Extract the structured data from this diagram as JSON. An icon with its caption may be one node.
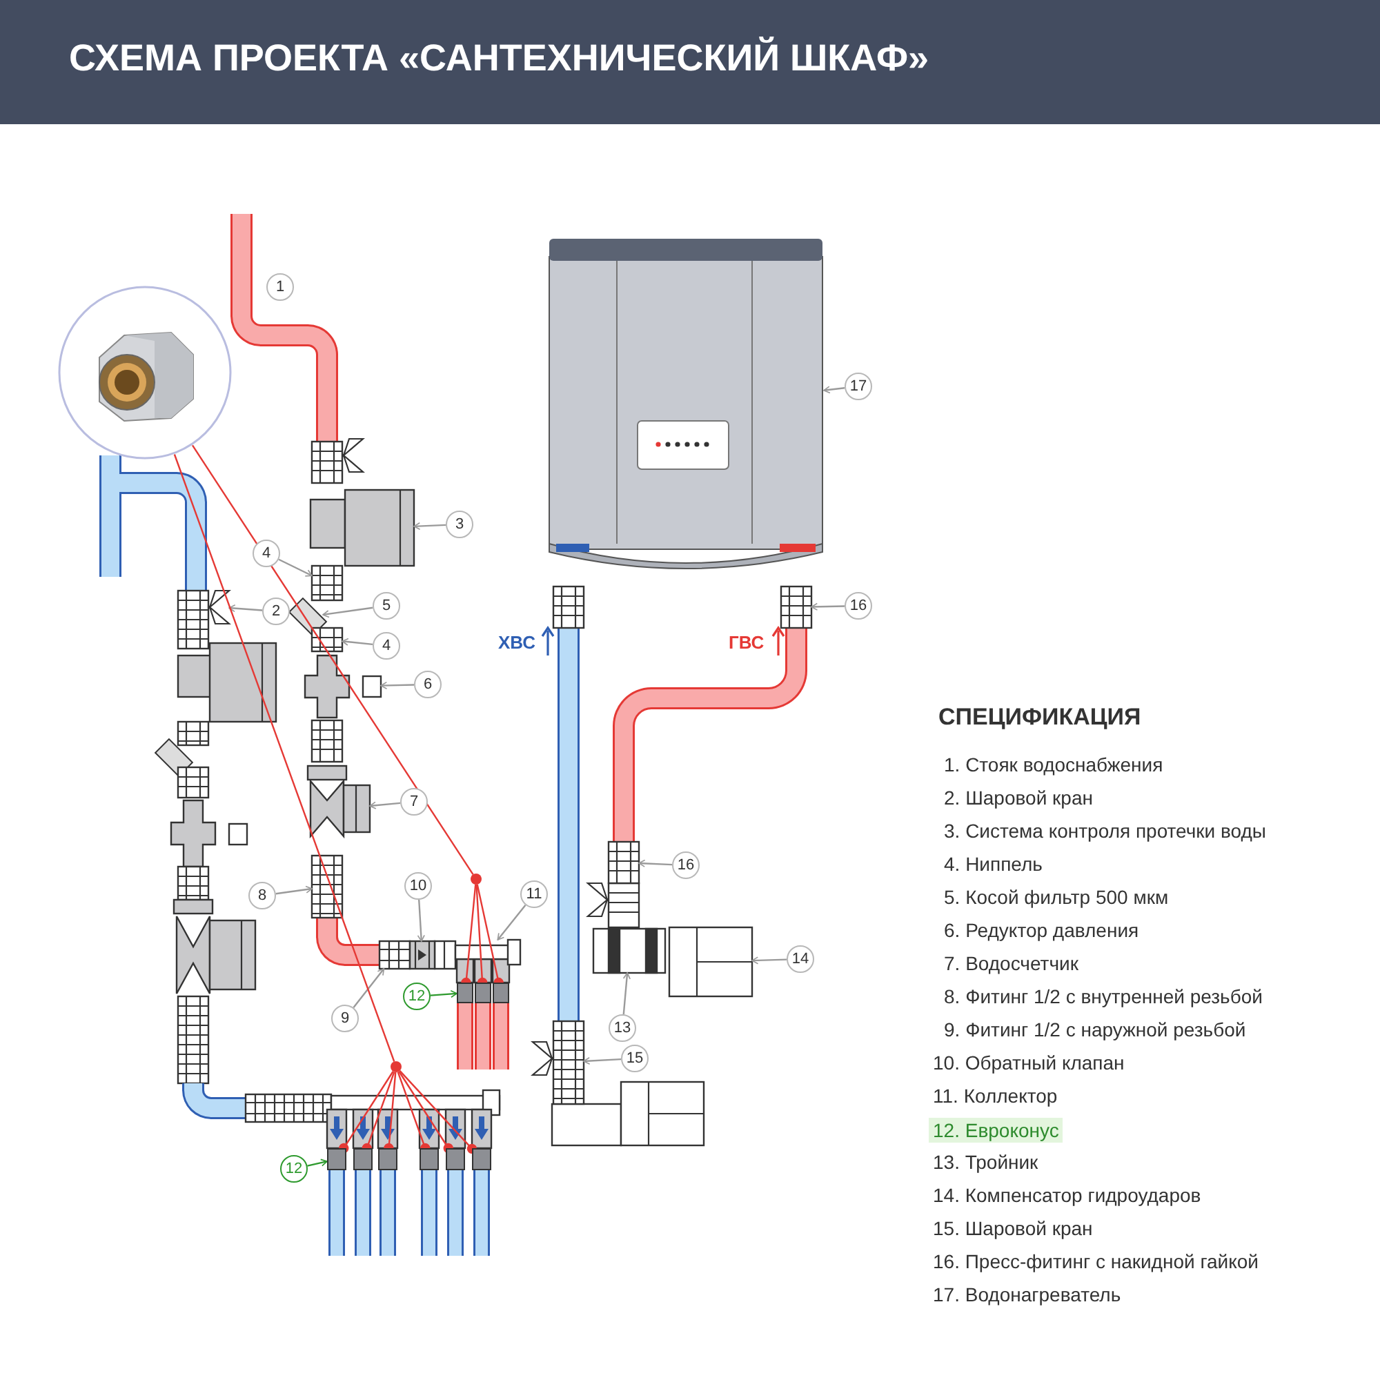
{
  "diagram": {
    "title": "СХЕМА ПРОЕКТА «САНТЕХНИЧЕСКИЙ ШКАФ»",
    "nodes": [
      {
        "text": [],
        "shape": "picture"
      },
      {
        "text": [
          "1"
        ]
      },
      {
        "text": [
          "2"
        ]
      },
      {
        "text": [
          "3"
        ]
      },
      {
        "text": [
          "4"
        ]
      },
      {
        "text": [
          "5"
        ]
      },
      {
        "text": [
          "4"
        ]
      },
      {
        "text": [
          "6"
        ]
      },
      {
        "text": [
          "7"
        ]
      },
      {
        "text": [
          "8"
        ]
      },
      {
        "text": [
          "9"
        ]
      },
      {
        "text": [
          "10"
        ]
      },
      {
        "text": [
          "11"
        ]
      },
      {
        "text": [
          "12"
        ]
      },
      {
        "text": [
          "12"
        ]
      },
      {
        "text": [
          "13"
        ]
      },
      {
        "text": [
          "14"
        ]
      },
      {
        "text": [
          "15"
        ]
      },
      {
        "text": [
          "16"
        ]
      },
      {
        "text": [
          "16"
        ]
      },
      {
        "text": [
          "17"
        ]
      },
      {
        "text": [],
        "shape": "circle"
      },
      {
        "text": [],
        "shape": "circle"
      },
      {
        "text": [],
        "shape": "picture"
      },
      {
        "text": [],
        "shape": "box"
      },
      {
        "text": [],
        "shape": "box"
      },
      {
        "text": [],
        "shape": "box"
      },
      {
        "text": [],
        "shape": "box"
      },
      {
        "text": [],
        "shape": "box"
      },
      {
        "text": [],
        "shape": "box"
      },
      {
        "text": [],
        "shape": "box"
      },
      {
        "text": [],
        "shape": "box"
      },
      {
        "text": [],
        "shape": "box"
      },
      {
        "text": [],
        "shape": "picture"
      },
      {
        "text": [],
        "shape": "picture"
      },
      {
        "text": [],
        "shape": "picture"
      },
      {
        "text": [],
        "shape": "picture"
      },
      {
        "text": [],
        "shape": "picture"
      },
      {
        "text": [],
        "shape": "picture"
      },
      {
        "text": [],
        "shape": "picture"
      },
      {
        "text": [],
        "shape": "picture"
      },
      {
        "text": [],
        "shape": "picture"
      },
      {
        "text": [],
        "shape": "picture"
      },
      {
        "text": [],
        "shape": "picture"
      },
      {
        "text": [],
        "shape": "picture"
      },
      {
        "text": [],
        "shape": "picture"
      },
      {
        "text": [],
        "shape": "picture"
      },
      {
        "text": [],
        "shape": "picture"
      },
      {
        "text": [],
        "shape": "picture"
      },
      {
        "text": [],
        "shape": "picture"
      }
    ],
    "edges": [
      {
        "from": 2,
        "to": 36,
        "arrow": "to"
      },
      {
        "from": 3,
        "to": 33,
        "arrow": "to"
      },
      {
        "from": 4,
        "to": 34,
        "arrow": "to"
      },
      {
        "from": 5,
        "to": 37,
        "arrow": "to"
      },
      {
        "from": 6,
        "to": 38,
        "arrow": "to"
      },
      {
        "from": 7,
        "to": 39,
        "arrow": "to"
      },
      {
        "from": 8,
        "to": 40,
        "arrow": "to"
      },
      {
        "from": 9,
        "to": 42,
        "arrow": "to"
      },
      {
        "from": 10,
        "to": 46,
        "arrow": "to"
      },
      {
        "from": 11,
        "to": 47,
        "arrow": "to"
      },
      {
        "from": 12,
        "to": 45,
        "arrow": "to"
      },
      {
        "from": 13,
        "to": 24,
        "arrow": "to",
        "color": "#2e9a2e"
      },
      {
        "from": 14,
        "to": 27,
        "arrow": "to",
        "color": "#2e9a2e"
      },
      {
        "from": 15,
        "to": 43,
        "arrow": "to"
      },
      {
        "from": 16,
        "to": 44,
        "arrow": "to"
      },
      {
        "from": 17,
        "to": 48,
        "arrow": "to"
      },
      {
        "from": 18,
        "to": 35,
        "arrow": "to"
      },
      {
        "from": 19,
        "to": 41,
        "arrow": "to"
      },
      {
        "from": 20,
        "to": 23,
        "arrow": "to"
      },
      {
        "from": 0,
        "to": 21,
        "arrow": "none",
        "color": "#e53935"
      },
      {
        "from": 0,
        "to": 22,
        "arrow": "none",
        "color": "#e53935"
      },
      {
        "from": 21,
        "to": 24,
        "arrow": "other",
        "color": "#e53935"
      },
      {
        "from": 21,
        "to": 25,
        "arrow": "other",
        "color": "#e53935"
      },
      {
        "from": 21,
        "to": 26,
        "arrow": "other",
        "color": "#e53935"
      },
      {
        "from": 22,
        "to": 27,
        "arrow": "other",
        "color": "#e53935"
      },
      {
        "from": 22,
        "to": 28,
        "arrow": "other",
        "color": "#e53935"
      },
      {
        "from": 22,
        "to": 29,
        "arrow": "other",
        "color": "#e53935"
      },
      {
        "from": 22,
        "to": 30,
        "arrow": "other",
        "color": "#e53935"
      },
      {
        "from": 22,
        "to": 31,
        "arrow": "other",
        "color": "#e53935"
      },
      {
        "from": 22,
        "to": 32,
        "arrow": "other",
        "color": "#e53935"
      }
    ],
    "labels": [
      "ХВС",
      "ГВС",
      "СПЕЦИФИКАЦИЯ",
      "1. Стояк водоснабжения",
      "2. Шаровой кран",
      "3. Система контроля протечки воды",
      "4. Ниппель",
      "5. Косой фильтр 500 мкм",
      "6. Редуктор давления",
      "7. Водосчетчик",
      "8. Фитинг 1/2 с внутренней резьбой",
      "9. Фитинг 1/2 с наружной резьбой",
      "10. Обратный клапан",
      "11. Коллектор",
      "12. Евроконус",
      "13. Тройник",
      "14. Компенсатор гидроударов",
      "15. Шаровой кран",
      "16. Пресс-фитинг с накидной гайкой",
      "17. Водонагреватель"
    ]
  }
}
